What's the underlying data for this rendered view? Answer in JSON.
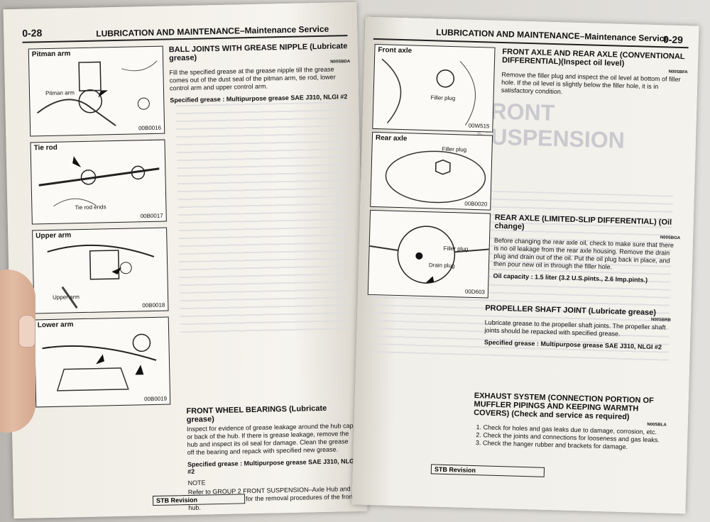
{
  "left": {
    "page_number": "0-28",
    "header": "LUBRICATION AND MAINTENANCE–Maintenance Service",
    "figures": [
      {
        "caption": "Pitman arm",
        "code": "00B0016",
        "labels": [
          "Pitman arm"
        ]
      },
      {
        "caption": "Tie rod",
        "code": "00B0017",
        "labels": [
          "Tie rod ends"
        ]
      },
      {
        "caption": "Upper arm",
        "code": "00B0018",
        "labels": [
          "Upper arm"
        ]
      },
      {
        "caption": "Lower arm",
        "code": "00B0019",
        "labels": []
      }
    ],
    "ball_joints": {
      "title": "BALL JOINTS WITH GREASE NIPPLE (Lubricate grease)",
      "ref": "N00SBDA",
      "body": "Fill the specified grease at the grease nipple till the grease comes out of the dust seal of the pitman arm, tie rod, lower control arm and upper control arm.",
      "spec": "Specified grease : Multipurpose grease SAE J310, NLGI #2"
    },
    "wheel_bearings": {
      "title": "FRONT WHEEL BEARINGS (Lubricate grease)",
      "body": "Inspect for evidence of grease leakage around the hub cap or back of the hub. If there is grease leakage, remove the hub and inspect its oil seal for damage. Clean the grease off the bearing and repack with specified new grease.",
      "spec": "Specified grease : Multipurpose grease SAE J310, NLGI #2",
      "note_label": "NOTE",
      "note": "Refer to GROUP 2 FRONT SUSPENSION–Axle Hub and Free-wheeling Hub, for the removal procedures of the front hub."
    },
    "footer": "STB  Revision"
  },
  "right": {
    "page_number": "0-29",
    "header": "LUBRICATION AND MAINTENANCE–Maintenance Service",
    "figures": [
      {
        "caption": "Front axle",
        "code": "00W515",
        "labels": [
          "Filler plug"
        ]
      },
      {
        "caption": "Rear axle",
        "code": "00B0020",
        "labels": [
          "Filler plug"
        ]
      },
      {
        "caption": "",
        "code": "00D603",
        "labels": [
          "Filler plug",
          "Drain plug"
        ]
      }
    ],
    "front_rear_axle": {
      "title": "FRONT AXLE AND REAR AXLE (CONVENTIONAL DIFFERENTIAL)(Inspect oil level)",
      "ref": "N00SBFA",
      "body": "Remove the filler plug and inspect the oil level at bottom of filler hole. If the oil level is slightly below the filler hole, it is in satisfactory condition."
    },
    "rear_axle_lsd": {
      "title": "REAR AXLE (LIMITED-SLIP DIFFERENTIAL) (Oil change)",
      "ref": "N00SBGA",
      "body": "Before changing the rear axle oil, check to make sure that there is no oil leakage from the rear axle housing. Remove the drain plug and drain out of the oil. Put the oil plug back in place, and then pour new oil in through the filler hole.",
      "capacity": "Oil capacity : 1.5 liter (3.2 U.S.pints., 2.6 Imp.pints.)"
    },
    "propeller": {
      "title": "PROPELLER SHAFT JOINT (Lubricate grease)",
      "ref": "N00SBRB",
      "body": "Lubricate grease to the propeller shaft joints. The propeller shaft joints should be repacked with specified grease.",
      "spec": "Specified grease : Multipurpose grease SAE J310, NLGI #2"
    },
    "exhaust": {
      "title": "EXHAUST SYSTEM (CONNECTION PORTION OF MUFFLER PIPINGS AND KEEPING WARMTH COVERS) (Check and service as required)",
      "ref": "N00SBLA",
      "items": [
        "Check for holes and gas leaks due to damage, corrosion, etc.",
        "Check the joints and connections for looseness and gas leaks.",
        "Check the hanger rubber and brackets for damage."
      ]
    },
    "footer": "STB  Revision",
    "ghost_title": "FRONT SUSPENSION"
  }
}
